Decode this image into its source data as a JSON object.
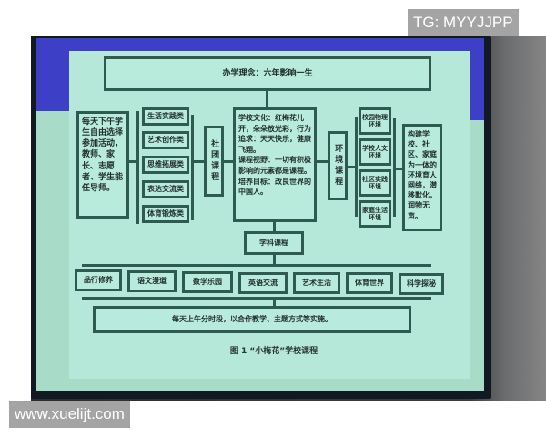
{
  "watermarks": {
    "top_right": "TG: MYYJJPP",
    "bottom_left": "www.xuelijt.com"
  },
  "diagram": {
    "philosophy": "办学理念：六年影响一生",
    "left_panel_text": "每天下午学生自由选择参加活动，教师、家长、志愿者、学生能任导师。",
    "club_categories": [
      "生活实践类",
      "艺术创作类",
      "思维拓展类",
      "表达交流类",
      "体育锻炼类"
    ],
    "club_course_label": "社团课程",
    "center_text": {
      "line1": "学校文化：红梅花儿开，朵朵放光彩，行为追求：天天快乐，健康飞翔。",
      "line2": "课程视野：一切有积极影响的元素都是课程。",
      "line3": "培养目标：改良世界的中国人。"
    },
    "environment_course_label": "环境课程",
    "environment_categories": [
      "校园物理环境",
      "学校人文环境",
      "社区实践环境",
      "家庭生活环境"
    ],
    "right_panel_text": "构建学校、社区、家庭为一体的环境育人网络，潜移默化，润物无声。",
    "subject_course_label": "学科课程",
    "subjects": [
      "品行修养",
      "语文漫道",
      "数学乐园",
      "英语交流",
      "艺术生活",
      "体育世界",
      "科学探秘"
    ],
    "implementation_note": "每天上午分时段，以合作教学、主题方式等实施。",
    "caption": "图 1 “小梅花”学校课程"
  },
  "colors": {
    "slide_background": "#b5e8d8",
    "box_border": "#2f5a52",
    "projector_border_blue": "#3d3fc6",
    "screen_frame": "#111a22"
  }
}
